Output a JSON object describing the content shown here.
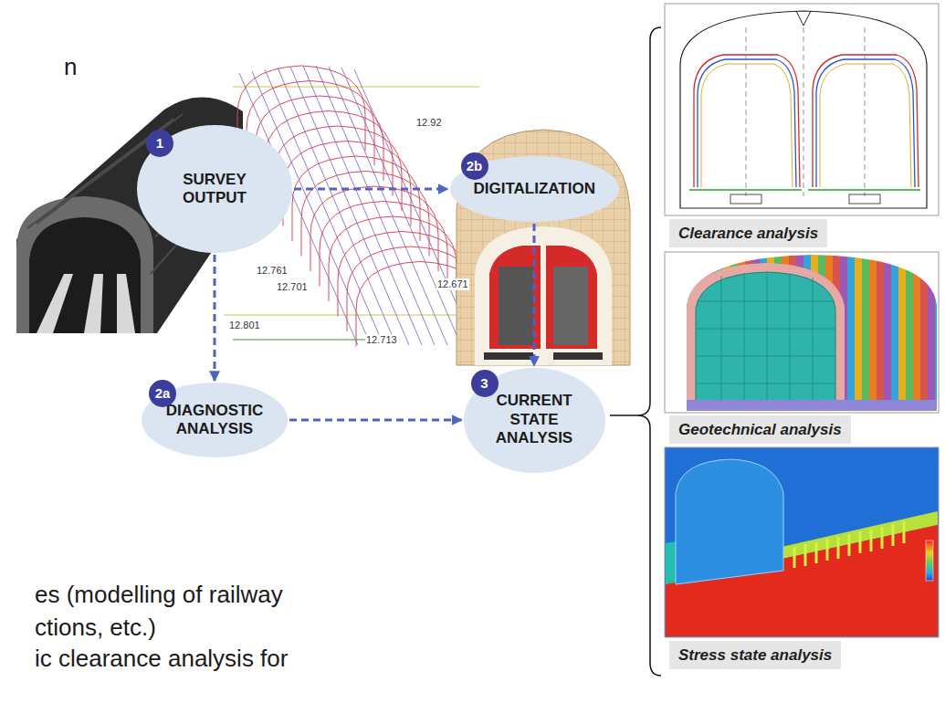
{
  "diagram": {
    "nodes": [
      {
        "text": [
          "1",
          "SURVEY OUTPUT"
        ]
      },
      {
        "text": [
          "2b",
          "DIGITALIZATION"
        ]
      },
      {
        "text": [
          "2a",
          "DIAGNOSTIC ANALYSIS"
        ]
      },
      {
        "text": [
          "3",
          "CURRENT STATE ANALYSIS"
        ]
      },
      {
        "text": [
          "Clearance analysis"
        ]
      },
      {
        "text": [
          "Geotechnical analysis"
        ]
      },
      {
        "text": [
          "Stress state analysis"
        ]
      }
    ],
    "edges": [
      {
        "from": 0,
        "to": 1,
        "arrow": "to"
      },
      {
        "from": 0,
        "to": 2,
        "arrow": "to"
      },
      {
        "from": 1,
        "to": 3,
        "arrow": "to"
      },
      {
        "from": 2,
        "to": 3,
        "arrow": "to"
      }
    ],
    "labels": [
      "n",
      "12.761",
      "12.701",
      "12.671",
      "12.92",
      "12.801",
      "12.713",
      "es (modelling of railway",
      "ctions, etc.)",
      "ic clearance analysis for"
    ]
  }
}
